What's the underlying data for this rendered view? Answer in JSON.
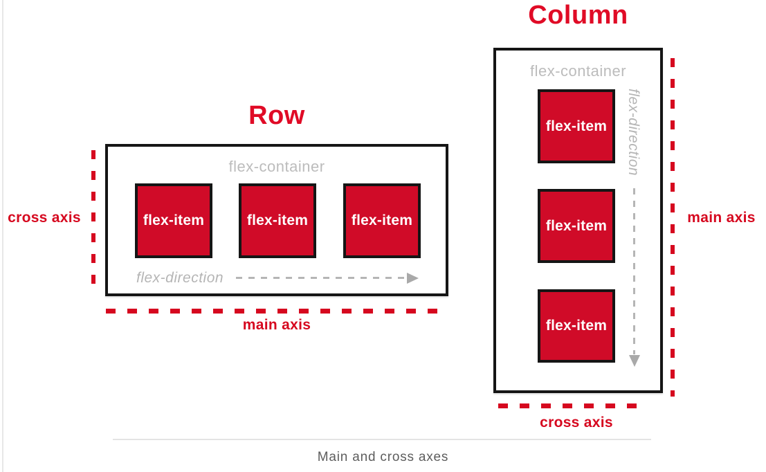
{
  "colors": {
    "title_red": "#e00b26",
    "item_red": "#d00b28",
    "axis_red": "#d6081f",
    "border_black": "#151515",
    "gray_label": "#bcbcbc",
    "gray_dash": "#b5b5b5",
    "gray_arrow": "#a9a9a9",
    "caption_gray": "#5d5d5d",
    "divider_gray": "#e4e4e4",
    "page_border_gray": "#e7e7e7"
  },
  "row": {
    "title": "Row",
    "container_label": "flex-container",
    "direction_label": "flex-direction",
    "items": [
      "flex-item",
      "flex-item",
      "flex-item"
    ],
    "cross_axis_label": "cross axis",
    "main_axis_label": "main axis"
  },
  "column": {
    "title": "Column",
    "container_label": "flex-container",
    "direction_label": "flex-direction",
    "items": [
      "flex-item",
      "flex-item",
      "flex-item"
    ],
    "main_axis_label": "main axis",
    "cross_axis_label": "cross axis"
  },
  "caption": "Main and cross axes"
}
